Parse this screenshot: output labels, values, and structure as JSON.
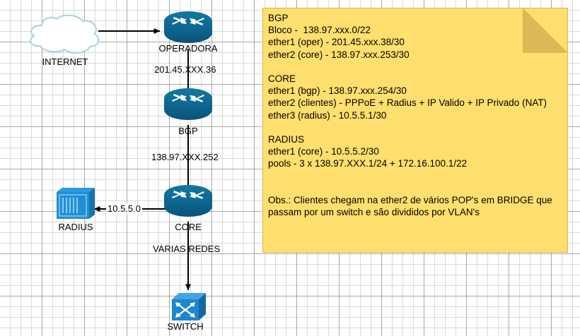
{
  "diagram": {
    "title": "Network topology diagram",
    "background": {
      "grid_minor_color": "#d2d2d2",
      "grid_major_color": "#828282",
      "canvas_color": "#ffffff"
    },
    "colors": {
      "router_blue": "#0e6d9c",
      "router_blue_dark": "#0b5a80",
      "server_blue": "#1f8fd6",
      "server_blue_dark": "#1474b0",
      "switch_blue": "#1c87cc",
      "cloud_outline": "#a8cfe0",
      "note_fill": "#ffdf6e",
      "note_fold": "#dcb954",
      "note_border": "#d9b64a",
      "link_color": "#000000"
    },
    "nodes": [
      {
        "id": "internet",
        "label": "INTERNET",
        "icon": "cloud-icon"
      },
      {
        "id": "operadora",
        "label": "OPERADORA",
        "icon": "router-icon"
      },
      {
        "id": "bgp",
        "label": "BGP",
        "icon": "router-icon"
      },
      {
        "id": "core",
        "label": "CORE",
        "icon": "router-icon"
      },
      {
        "id": "radius",
        "label": "RADIUS",
        "icon": "server-icon"
      },
      {
        "id": "switch",
        "label": "SWITCH",
        "icon": "switch-icon"
      }
    ],
    "edges": [
      {
        "id": "internet-operadora",
        "from": "internet",
        "to": "operadora",
        "label": ""
      },
      {
        "id": "operadora-bgp",
        "from": "operadora",
        "to": "bgp",
        "label": "201.45.XXX.36"
      },
      {
        "id": "bgp-core",
        "from": "bgp",
        "to": "core",
        "label": "138.97.XXX.252"
      },
      {
        "id": "core-radius",
        "from": "core",
        "to": "radius",
        "label": "10.5.5.0"
      },
      {
        "id": "core-switch",
        "from": "core",
        "to": "switch",
        "label": "VARIAS REDES"
      }
    ]
  },
  "note": {
    "text": "BGP\nBloco -  138.97.xxx.0/22\nether1 (oper) - 201.45.xxx.38/30\nether2 (core) - 138.97.xxx.253/30\n\nCORE\nether1 (bgp) - 138.97.xxx.254/30\nether2 (clientes) - PPPoE + Radius + IP Valido + IP Privado (NAT)\nether3 (radius) - 10.5.5.1/30\n\nRADIUS\nether1 (core) - 10.5.5.2/30\npools - 3 x 138.97.XXX.1/24 + 172.16.100.1/22\n\n\nObs.: Clientes chegam na ether2 de vários POP's em BRIDGE que\npassam por um switch e são divididos por VLAN's"
  }
}
